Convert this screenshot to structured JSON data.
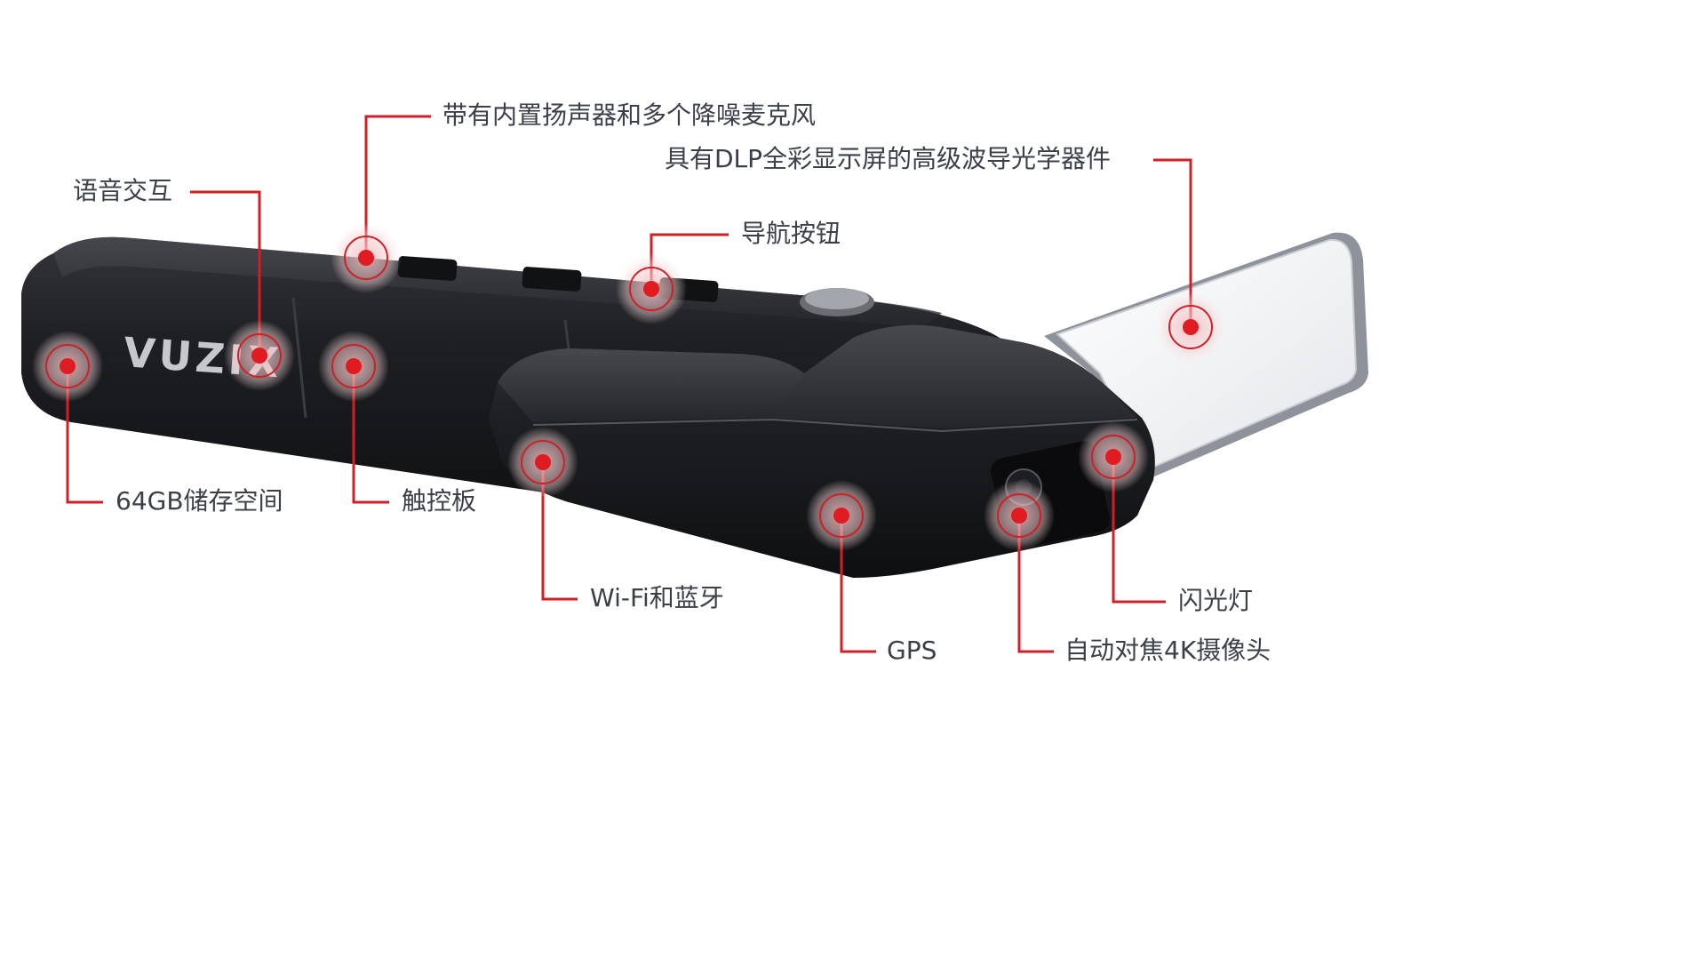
{
  "product": {
    "brand": "VUZIX",
    "colors": {
      "body": "#1c1d20",
      "body_top": "#2b2c31",
      "accent_line": "#d21f26",
      "marker_dot": "#e01b22",
      "marker_halo": "#f2c4c6",
      "label_text": "#3a3f4a",
      "lens_glass": "#f3f4f6"
    }
  },
  "callouts": [
    {
      "id": "speaker-mics",
      "text": "带有内置扬声器和多个降噪麦克风"
    },
    {
      "id": "dlp-waveguide",
      "text": "具有DLP全彩显示屏的高级波导光学器件"
    },
    {
      "id": "voice",
      "text": "语音交互"
    },
    {
      "id": "nav-buttons",
      "text": "导航按钮"
    },
    {
      "id": "storage",
      "text": "64GB储存空间"
    },
    {
      "id": "touchpad",
      "text": "触控板"
    },
    {
      "id": "wifi-bt",
      "text": "Wi-Fi和蓝牙"
    },
    {
      "id": "gps",
      "text": "GPS"
    },
    {
      "id": "flash",
      "text": "闪光灯"
    },
    {
      "id": "camera",
      "text": "自动对焦4K摄像头"
    }
  ]
}
